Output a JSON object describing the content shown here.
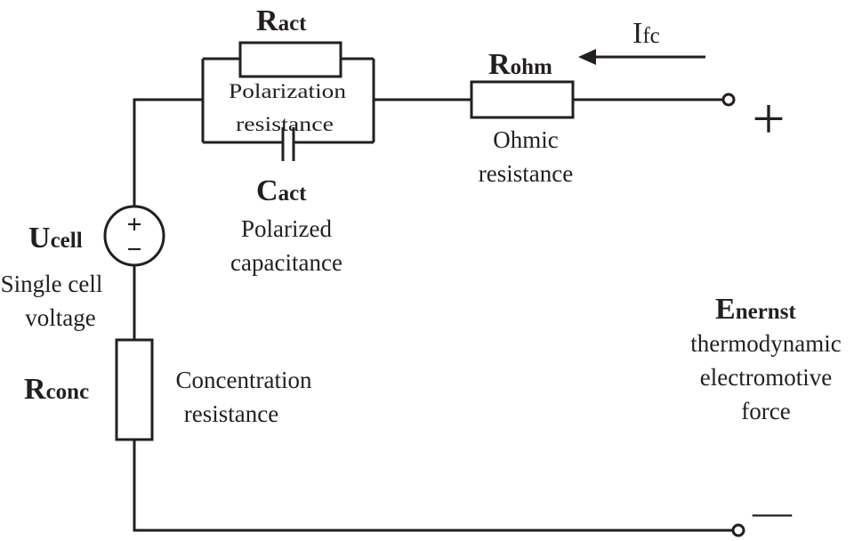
{
  "components": {
    "r_act": {
      "symbol_main": "R",
      "symbol_sub": "act",
      "description": "Polarization resistance"
    },
    "c_act": {
      "symbol_main": "C",
      "symbol_sub": "act",
      "description_line1": "Polarized",
      "description_line2": "capacitance"
    },
    "r_ohm": {
      "symbol_main": "R",
      "symbol_sub": "ohm",
      "description_line1": "Ohmic",
      "description_line2": "resistance"
    },
    "u_cell": {
      "symbol_main": "U",
      "symbol_sub": "cell",
      "description_line1": "Single cell",
      "description_line2": "voltage",
      "plus": "+",
      "minus": "−"
    },
    "r_conc": {
      "symbol_main": "R",
      "symbol_sub": "conc",
      "description_line1": "Concentration",
      "description_line2": "resistance"
    }
  },
  "current": {
    "symbol_main": "I",
    "symbol_sub": "fc"
  },
  "terminals": {
    "positive": "+",
    "negative": "—",
    "e_nernst": {
      "symbol_main": "E",
      "symbol_sub": "nernst",
      "description_line1": "thermodynamic",
      "description_line2": "electromotive",
      "description_line3": "force"
    }
  },
  "colors": {
    "ink": "#231f20",
    "background": "#ffffff"
  }
}
